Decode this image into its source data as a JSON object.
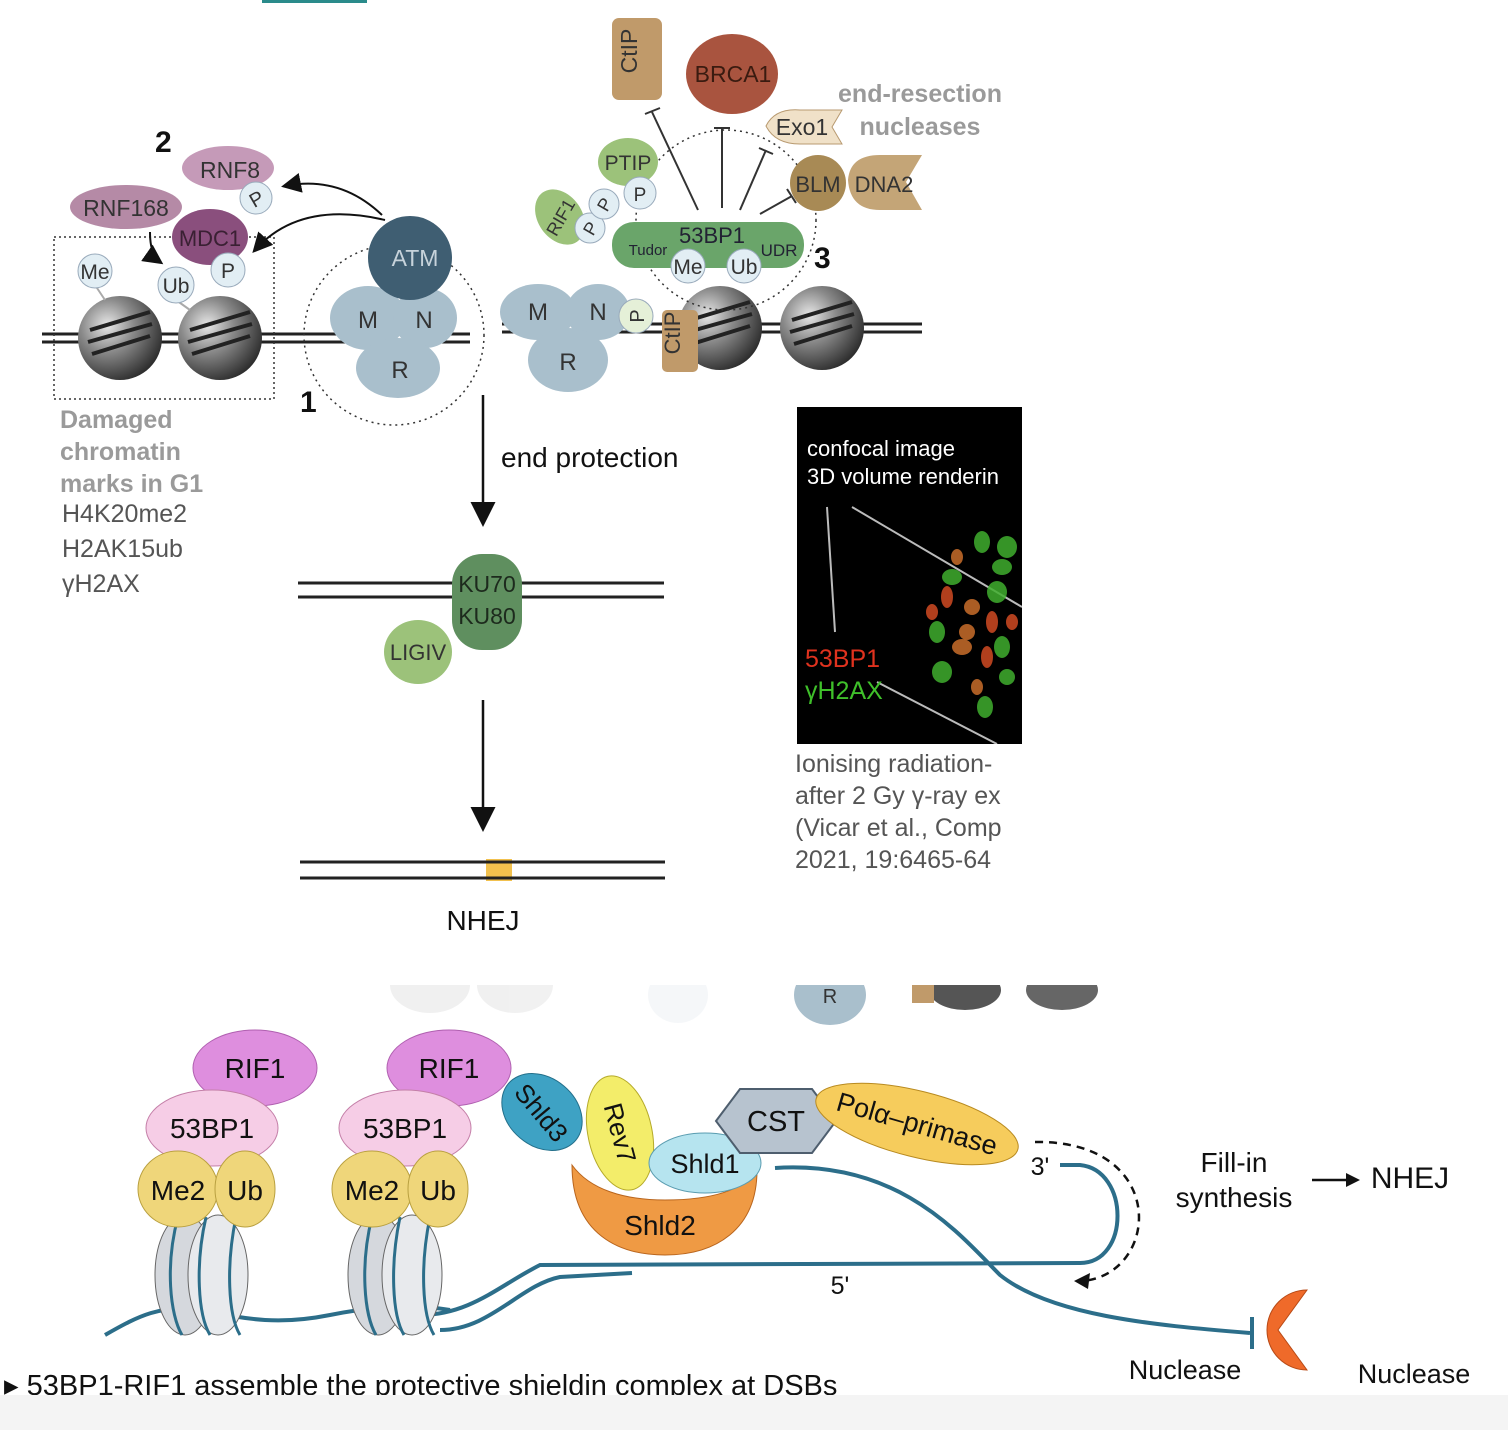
{
  "upper": {
    "step_labels": [
      "2",
      "1",
      "3"
    ],
    "proteins": {
      "rnf8": "RNF8",
      "rnf168": "RNF168",
      "mdc1": "MDC1",
      "atm": "ATM",
      "m": "M",
      "n": "N",
      "r": "R",
      "ctip": "CtIP",
      "brca1": "BRCA1",
      "exo1": "Exo1",
      "blm": "BLM",
      "dna2": "DNA2",
      "ptip": "PTIP",
      "rif1": "RIF1",
      "bp53": "53BP1",
      "tudor": "Tudor",
      "udr": "UDR",
      "ku70": "KU70",
      "ku80": "KU80",
      "ligiv": "LIGIV"
    },
    "marks": {
      "me": "Me",
      "ub": "Ub",
      "p": "P"
    },
    "end_resection_label": "end-resection\nnucleases",
    "end_protection_label": "end protection",
    "nhej_label": "NHEJ",
    "damaged_chromatin_title": [
      "Damaged",
      "chromatin",
      "marks in G1"
    ],
    "chromatin_marks": [
      "H4K20me2",
      "H2AK15ub",
      "γH2AX"
    ]
  },
  "micrograph": {
    "title_lines": [
      "confocal image",
      "3D volume renderin"
    ],
    "legend": [
      {
        "label": "53BP1",
        "color": "#e0321e"
      },
      {
        "label": "γH2AX",
        "color": "#3fc02a"
      }
    ],
    "caption_lines": [
      "Ionising radiation-",
      "after 2 Gy γ-ray ex",
      "(Vicar et al., Comp",
      "2021, 19:6465-64"
    ]
  },
  "lower": {
    "proteins": {
      "rif1_a": "RIF1",
      "bp53_a": "53BP1",
      "me2_a": "Me2",
      "ub_a": "Ub",
      "rif1_b": "RIF1",
      "bp53_b": "53BP1",
      "me2_b": "Me2",
      "ub_b": "Ub",
      "shld3": "Shld3",
      "rev7": "Rev7",
      "shld1": "Shld1",
      "shld2": "Shld2",
      "cst": "CST",
      "pola": "Polα–primase"
    },
    "three_prime": "3'",
    "five_prime": "5'",
    "fill_in": [
      "Fill-in",
      "synthesis"
    ],
    "arrow_symbol": "→",
    "nhej": "NHEJ",
    "nuclease_left": "Nuclease",
    "nuclease_right": "Nuclease",
    "faded_r": "R",
    "bullet": "53BP1-RIF1 assemble the protective shieldin complex at DSBs"
  },
  "colors": {
    "teal_dna": "#2c6e8a",
    "green_53bp1": "#6aa56a",
    "pink_rif1": "#de8ede",
    "orange_nuclease": "#ef6a2a",
    "gray_protein": "#a9bfcc"
  }
}
